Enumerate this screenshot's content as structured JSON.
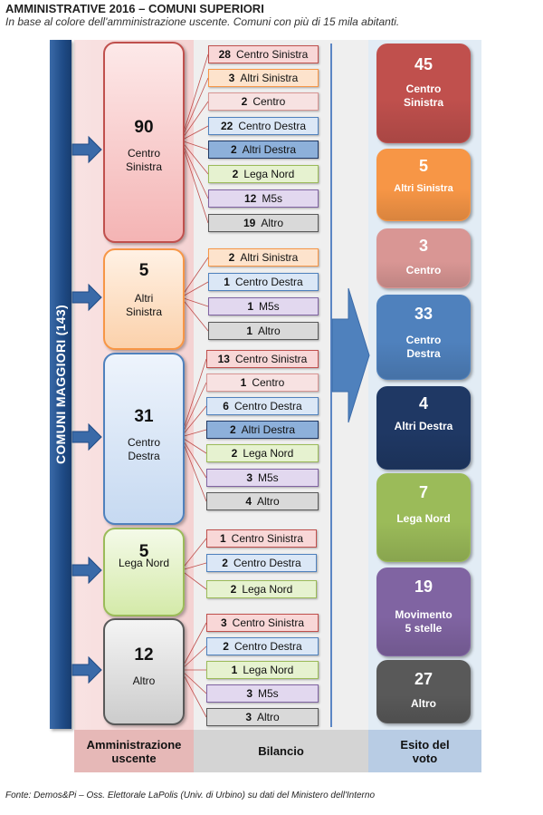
{
  "title": "AMMINISTRATIVE 2016 – COMUNI SUPERIORI",
  "subtitle": "In base al colore dell'amministrazione uscente. Comuni con più di 15 mila abitanti.",
  "vertical_label": "COMUNI MAGGIORI (143)",
  "footer": {
    "uscente": "Amministrazione uscente",
    "bilancio": "Bilancio",
    "esito": "Esito del voto"
  },
  "source": "Fonte: Demos&Pi – Oss. Elettorale LaPolis (Univ. di Urbino) su dati del Ministero dell'Interno",
  "colors": {
    "centro_sinistra": "#c0504d",
    "altri_sinistra": "#f79646",
    "centro": "#d99694",
    "centro_destra": "#4f81bd",
    "altri_destra": "#1f3864",
    "lega_nord": "#9bbb59",
    "m5s": "#8064a2",
    "altro": "#595959"
  },
  "groups": [
    {
      "count": "90",
      "label": "Centro Sinistra",
      "color_key": "centro_sinistra",
      "outcomes": [
        {
          "n": "28",
          "label": "Centro Sinistra",
          "color_key": "centro_sinistra"
        },
        {
          "n": "3",
          "label": "Altri Sinistra",
          "color_key": "altri_sinistra"
        },
        {
          "n": "2",
          "label": "Centro",
          "color_key": "centro"
        },
        {
          "n": "22",
          "label": "Centro Destra",
          "color_key": "centro_destra"
        },
        {
          "n": "2",
          "label": "Altri Destra",
          "color_key": "altri_destra"
        },
        {
          "n": "2",
          "label": "Lega Nord",
          "color_key": "lega_nord"
        },
        {
          "n": "12",
          "label": "M5s",
          "color_key": "m5s"
        },
        {
          "n": "19",
          "label": "Altro",
          "color_key": "altro"
        }
      ]
    },
    {
      "count": "5",
      "label": "Altri Sinistra",
      "color_key": "altri_sinistra",
      "outcomes": [
        {
          "n": "2",
          "label": "Altri Sinistra",
          "color_key": "altri_sinistra"
        },
        {
          "n": "1",
          "label": "Centro Destra",
          "color_key": "centro_destra"
        },
        {
          "n": "1",
          "label": "M5s",
          "color_key": "m5s"
        },
        {
          "n": "1",
          "label": "Altro",
          "color_key": "altro"
        }
      ]
    },
    {
      "count": "31",
      "label": "Centro Destra",
      "color_key": "centro_destra",
      "outcomes": [
        {
          "n": "13",
          "label": "Centro Sinistra",
          "color_key": "centro_sinistra"
        },
        {
          "n": "1",
          "label": "Centro",
          "color_key": "centro"
        },
        {
          "n": "6",
          "label": "Centro Destra",
          "color_key": "centro_destra"
        },
        {
          "n": "2",
          "label": "Altri Destra",
          "color_key": "altri_destra"
        },
        {
          "n": "2",
          "label": "Lega Nord",
          "color_key": "lega_nord"
        },
        {
          "n": "3",
          "label": "M5s",
          "color_key": "m5s"
        },
        {
          "n": "4",
          "label": "Altro",
          "color_key": "altro"
        }
      ]
    },
    {
      "count": "5",
      "label": "Lega Nord",
      "color_key": "lega_nord",
      "outcomes": [
        {
          "n": "1",
          "label": "Centro Sinistra",
          "color_key": "centro_sinistra"
        },
        {
          "n": "2",
          "label": "Centro Destra",
          "color_key": "centro_destra"
        },
        {
          "n": "2",
          "label": "Lega Nord",
          "color_key": "lega_nord"
        }
      ]
    },
    {
      "count": "12",
      "label": "Altro",
      "color_key": "altro",
      "outcomes": [
        {
          "n": "3",
          "label": "Centro Sinistra",
          "color_key": "centro_sinistra"
        },
        {
          "n": "2",
          "label": "Centro Destra",
          "color_key": "centro_destra"
        },
        {
          "n": "1",
          "label": "Lega Nord",
          "color_key": "lega_nord"
        },
        {
          "n": "3",
          "label": "M5s",
          "color_key": "m5s"
        },
        {
          "n": "3",
          "label": "Altro",
          "color_key": "altro"
        }
      ]
    }
  ],
  "results": [
    {
      "count": "45",
      "label": "Centro Sinistra",
      "color_key": "centro_sinistra"
    },
    {
      "count": "5",
      "label": "Altri Sinistra",
      "color_key": "altri_sinistra"
    },
    {
      "count": "3",
      "label": "Centro",
      "color_key": "centro"
    },
    {
      "count": "33",
      "label": "Centro Destra",
      "color_key": "centro_destra"
    },
    {
      "count": "4",
      "label": "Altri Destra",
      "color_key": "altri_destra"
    },
    {
      "count": "7",
      "label": "Lega Nord",
      "color_key": "lega_nord"
    },
    {
      "count": "19",
      "label": "Movimento 5 stelle",
      "color_key": "m5s"
    },
    {
      "count": "27",
      "label": "Altro",
      "color_key": "altro"
    }
  ]
}
